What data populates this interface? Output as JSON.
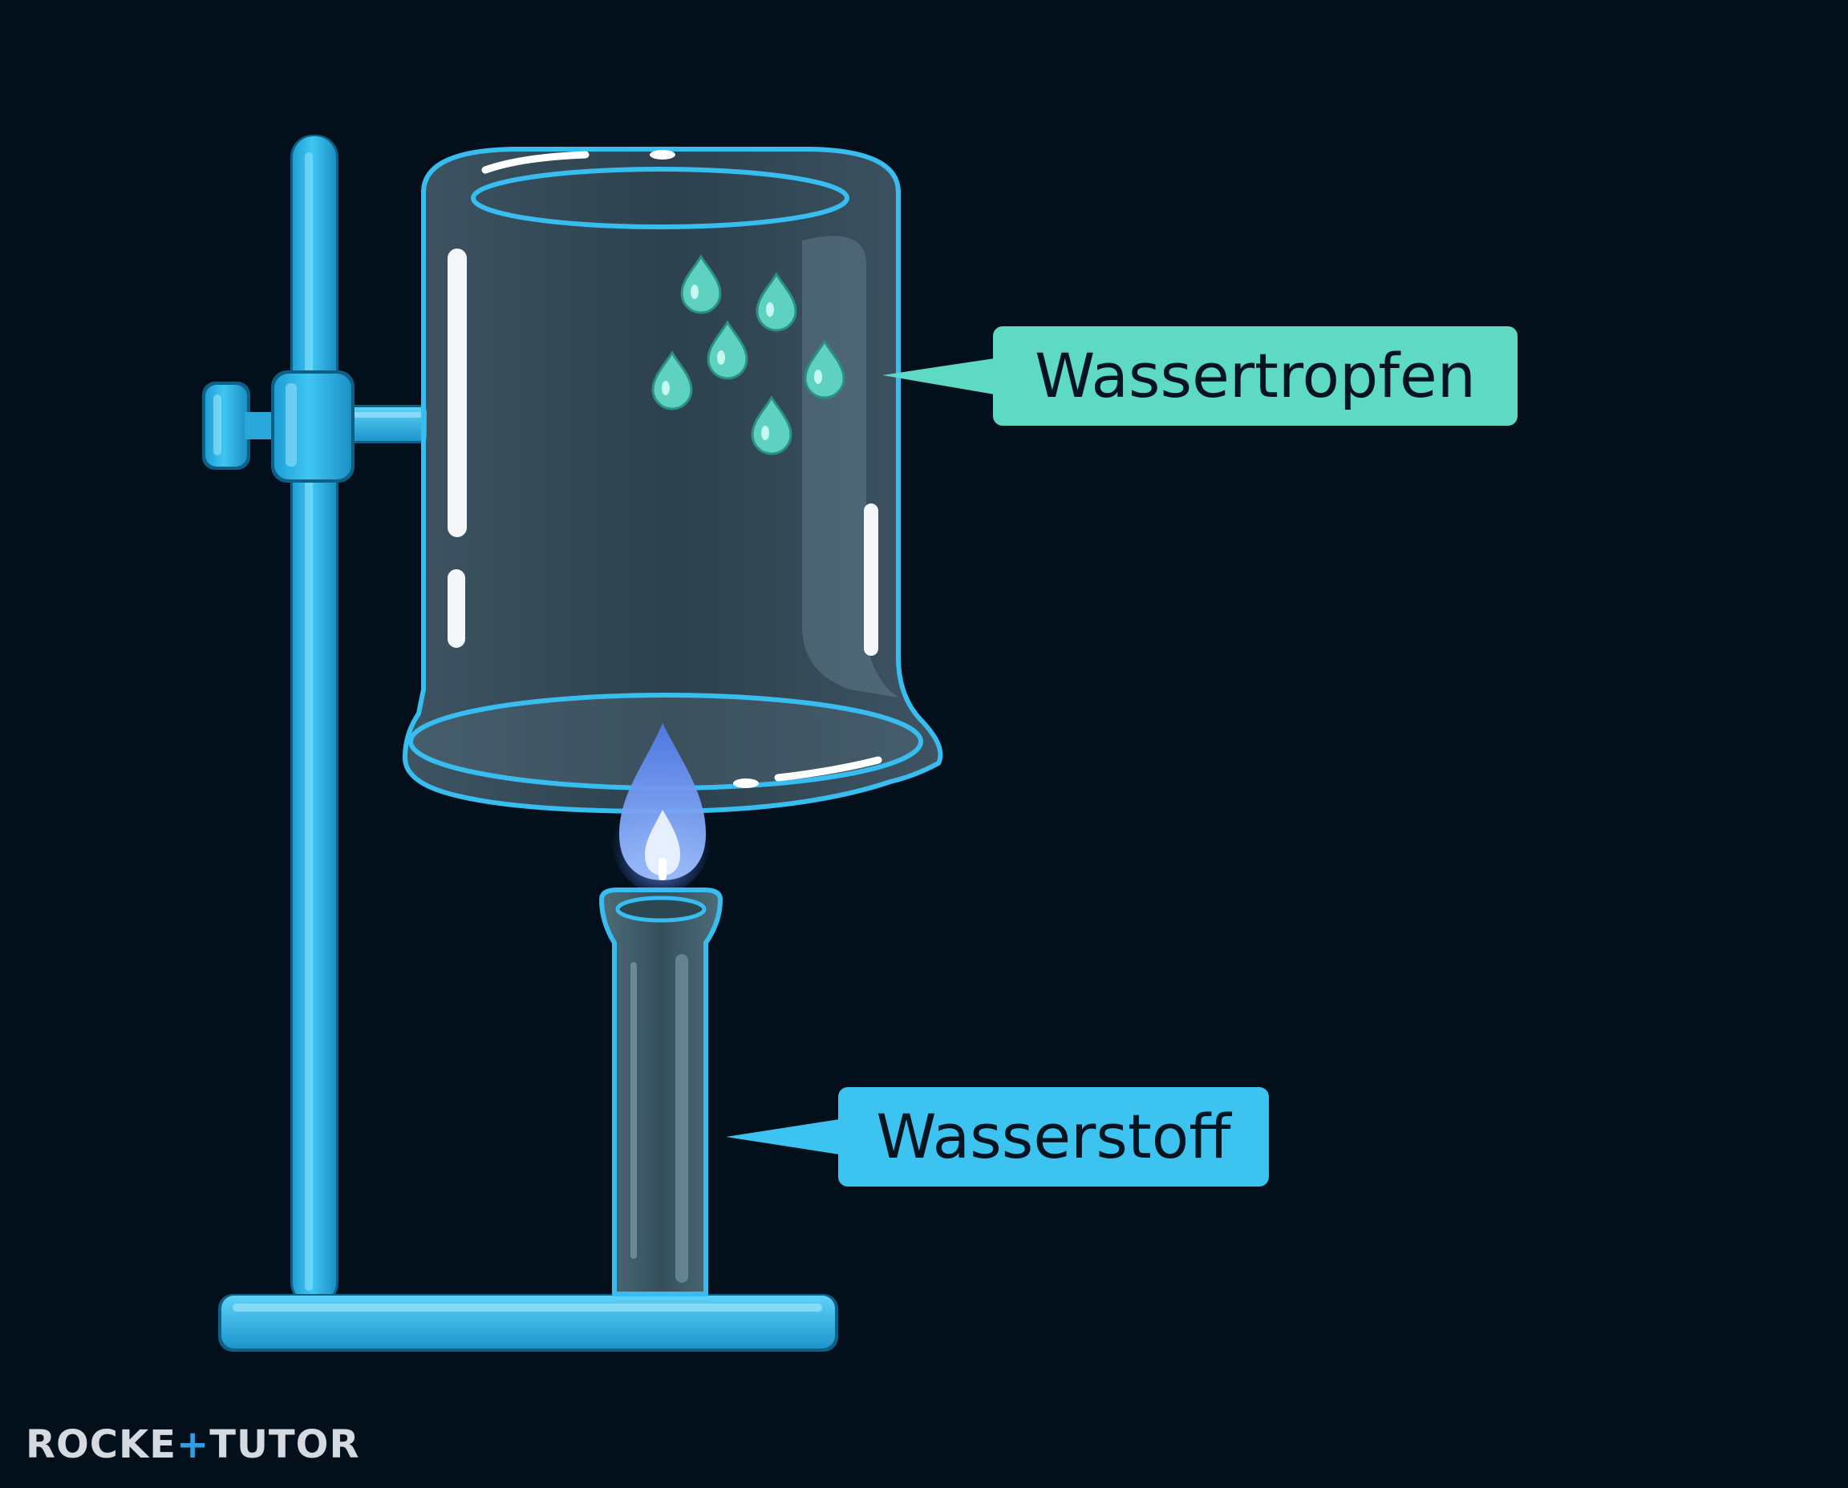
{
  "labels": {
    "water_drops": "Wassertropfen",
    "hydrogen": "Wasserstoff"
  },
  "logo": {
    "part1": "ROCKE",
    "mark": "+",
    "part2": "TUTOR"
  },
  "colors": {
    "background": "#03101c",
    "apparatus_blue": "#29b8ec",
    "droplet_teal": "#5ed1c0",
    "label_drops_bg": "#5ed9c4",
    "label_hydrogen_bg": "#3dc3ef",
    "flame_blue": "#7fa9ff"
  }
}
